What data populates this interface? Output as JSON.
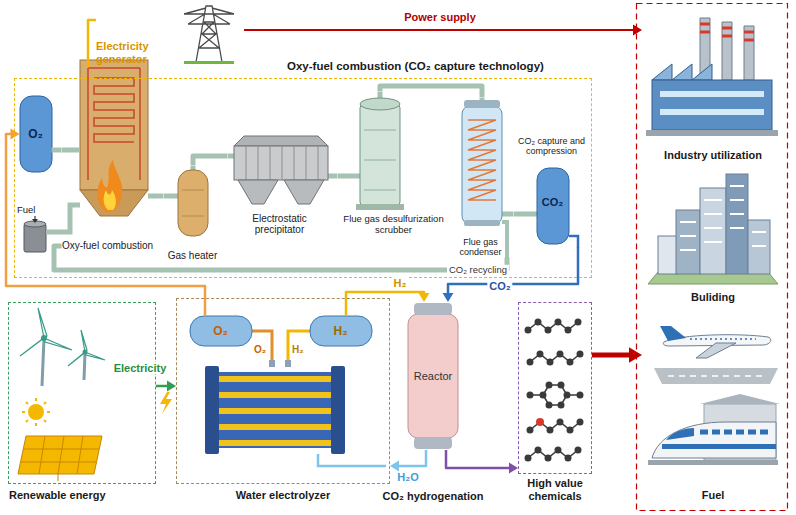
{
  "diagram": {
    "nodes": [
      {
        "text": [
          "Electricity generator"
        ]
      },
      {
        "text": [
          "Oxy-fuel combustion (CO₂ capture technology)"
        ]
      },
      {
        "text": [
          "O₂"
        ],
        "in": 1
      },
      {
        "text": [
          "Oxy-fuel combustion"
        ],
        "in": 1
      },
      {
        "text": [
          "Gas heater"
        ],
        "in": 1
      },
      {
        "text": [
          "Electrostatic precipitator"
        ],
        "in": 1
      },
      {
        "text": [
          "Flue gas desulfurization scrubber"
        ],
        "in": 1
      },
      {
        "text": [
          "Flue gas condenser"
        ],
        "in": 1
      },
      {
        "text": [
          "CO₂ capture and compression",
          "CO₂"
        ],
        "in": 1
      },
      {
        "text": [
          "Industry utilization"
        ]
      },
      {
        "text": [
          "Buliding"
        ]
      },
      {
        "text": [
          "Renewable energy"
        ]
      },
      {
        "text": [
          "Water electrolyzer"
        ]
      },
      {
        "text": [
          "O₂"
        ],
        "in": 12
      },
      {
        "text": [
          "H₂"
        ],
        "in": 12
      },
      {
        "text": [
          "Reactor",
          "CO₂ hydrogenation"
        ]
      },
      {
        "text": [
          "High value chemicals"
        ]
      },
      {
        "text": [
          "Fuel"
        ]
      }
    ],
    "edges": [
      {
        "from": 3,
        "to": 0,
        "arrow": "none"
      },
      {
        "from": 0,
        "to": 9,
        "label": "Power supply",
        "arrow": "to"
      },
      {
        "from": 2,
        "to": 3,
        "arrow": "none"
      },
      {
        "from": 3,
        "to": 4,
        "arrow": "none"
      },
      {
        "from": 4,
        "to": 5,
        "arrow": "none"
      },
      {
        "from": 5,
        "to": 6,
        "arrow": "none"
      },
      {
        "from": 6,
        "to": 7,
        "arrow": "none"
      },
      {
        "from": 7,
        "to": 8,
        "arrow": "none"
      },
      {
        "from": 7,
        "to": 3,
        "label": "CO₂ recycling",
        "arrow": "none"
      },
      {
        "from": 13,
        "to": 2,
        "arrow": "to"
      },
      {
        "from": 14,
        "to": 15,
        "label": "H₂",
        "arrow": "to"
      },
      {
        "from": 8,
        "to": 15,
        "label": "CO₂",
        "arrow": "to"
      },
      {
        "from": 11,
        "to": 12,
        "label": "Electricity",
        "arrow": "to"
      },
      {
        "from": 15,
        "to": 12,
        "label": "H₂O",
        "arrow": "to"
      },
      {
        "from": 15,
        "to": 16,
        "arrow": "to"
      },
      {
        "from": 16,
        "to": 17,
        "arrow": "to"
      }
    ],
    "labels": [
      "Fuel",
      "O₂",
      "H₂"
    ]
  }
}
